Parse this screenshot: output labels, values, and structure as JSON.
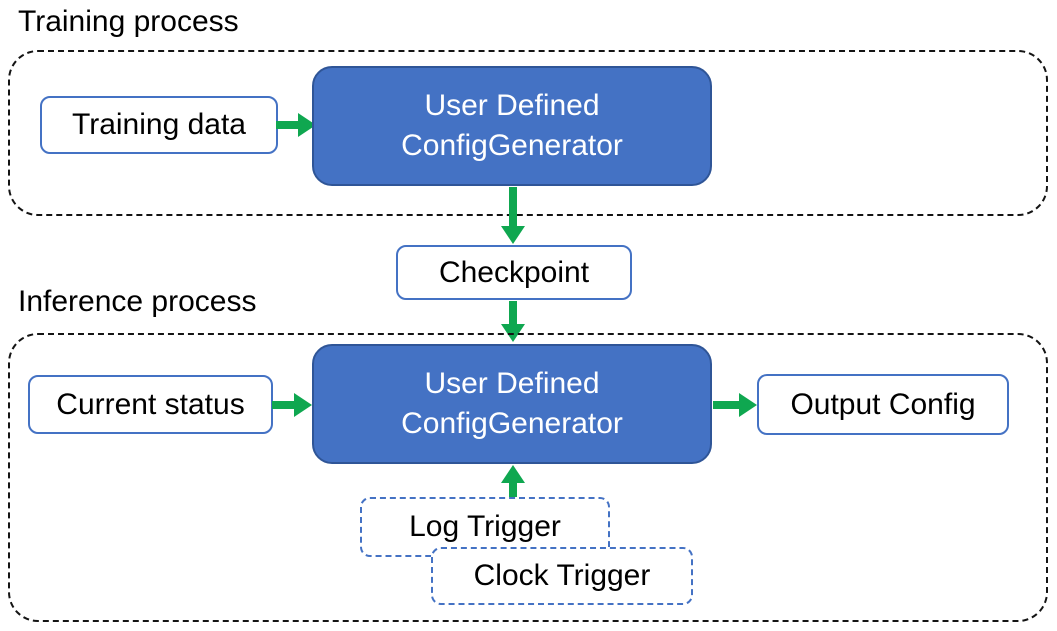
{
  "sections": {
    "training": {
      "label": "Training process"
    },
    "inference": {
      "label": "Inference process"
    }
  },
  "nodes": {
    "training_data": {
      "label": "Training data"
    },
    "generator_training": {
      "label_line1": "User Defined",
      "label_line2": "ConfigGenerator"
    },
    "checkpoint": {
      "label": "Checkpoint"
    },
    "current_status": {
      "label": "Current status"
    },
    "generator_inference": {
      "label_line1": "User Defined",
      "label_line2": "ConfigGenerator"
    },
    "output_config": {
      "label": "Output Config"
    },
    "log_trigger": {
      "label": "Log Trigger"
    },
    "clock_trigger": {
      "label": "Clock Trigger"
    }
  },
  "edges": [
    {
      "from": "training_data",
      "to": "generator_training"
    },
    {
      "from": "generator_training",
      "to": "checkpoint"
    },
    {
      "from": "checkpoint",
      "to": "generator_inference"
    },
    {
      "from": "current_status",
      "to": "generator_inference"
    },
    {
      "from": "generator_inference",
      "to": "output_config"
    },
    {
      "from": "log_trigger",
      "to": "generator_inference"
    }
  ],
  "colors": {
    "node_fill_blue": "#4472C4",
    "node_border_dark_blue": "#2F5597",
    "light_node_border": "#4472C4",
    "trigger_border": "#4472C4",
    "arrow_green": "#0FA750",
    "container_border": "#141414",
    "text_dark": "#000000",
    "text_on_blue": "#FFFFFF",
    "background": "#FFFFFF"
  }
}
